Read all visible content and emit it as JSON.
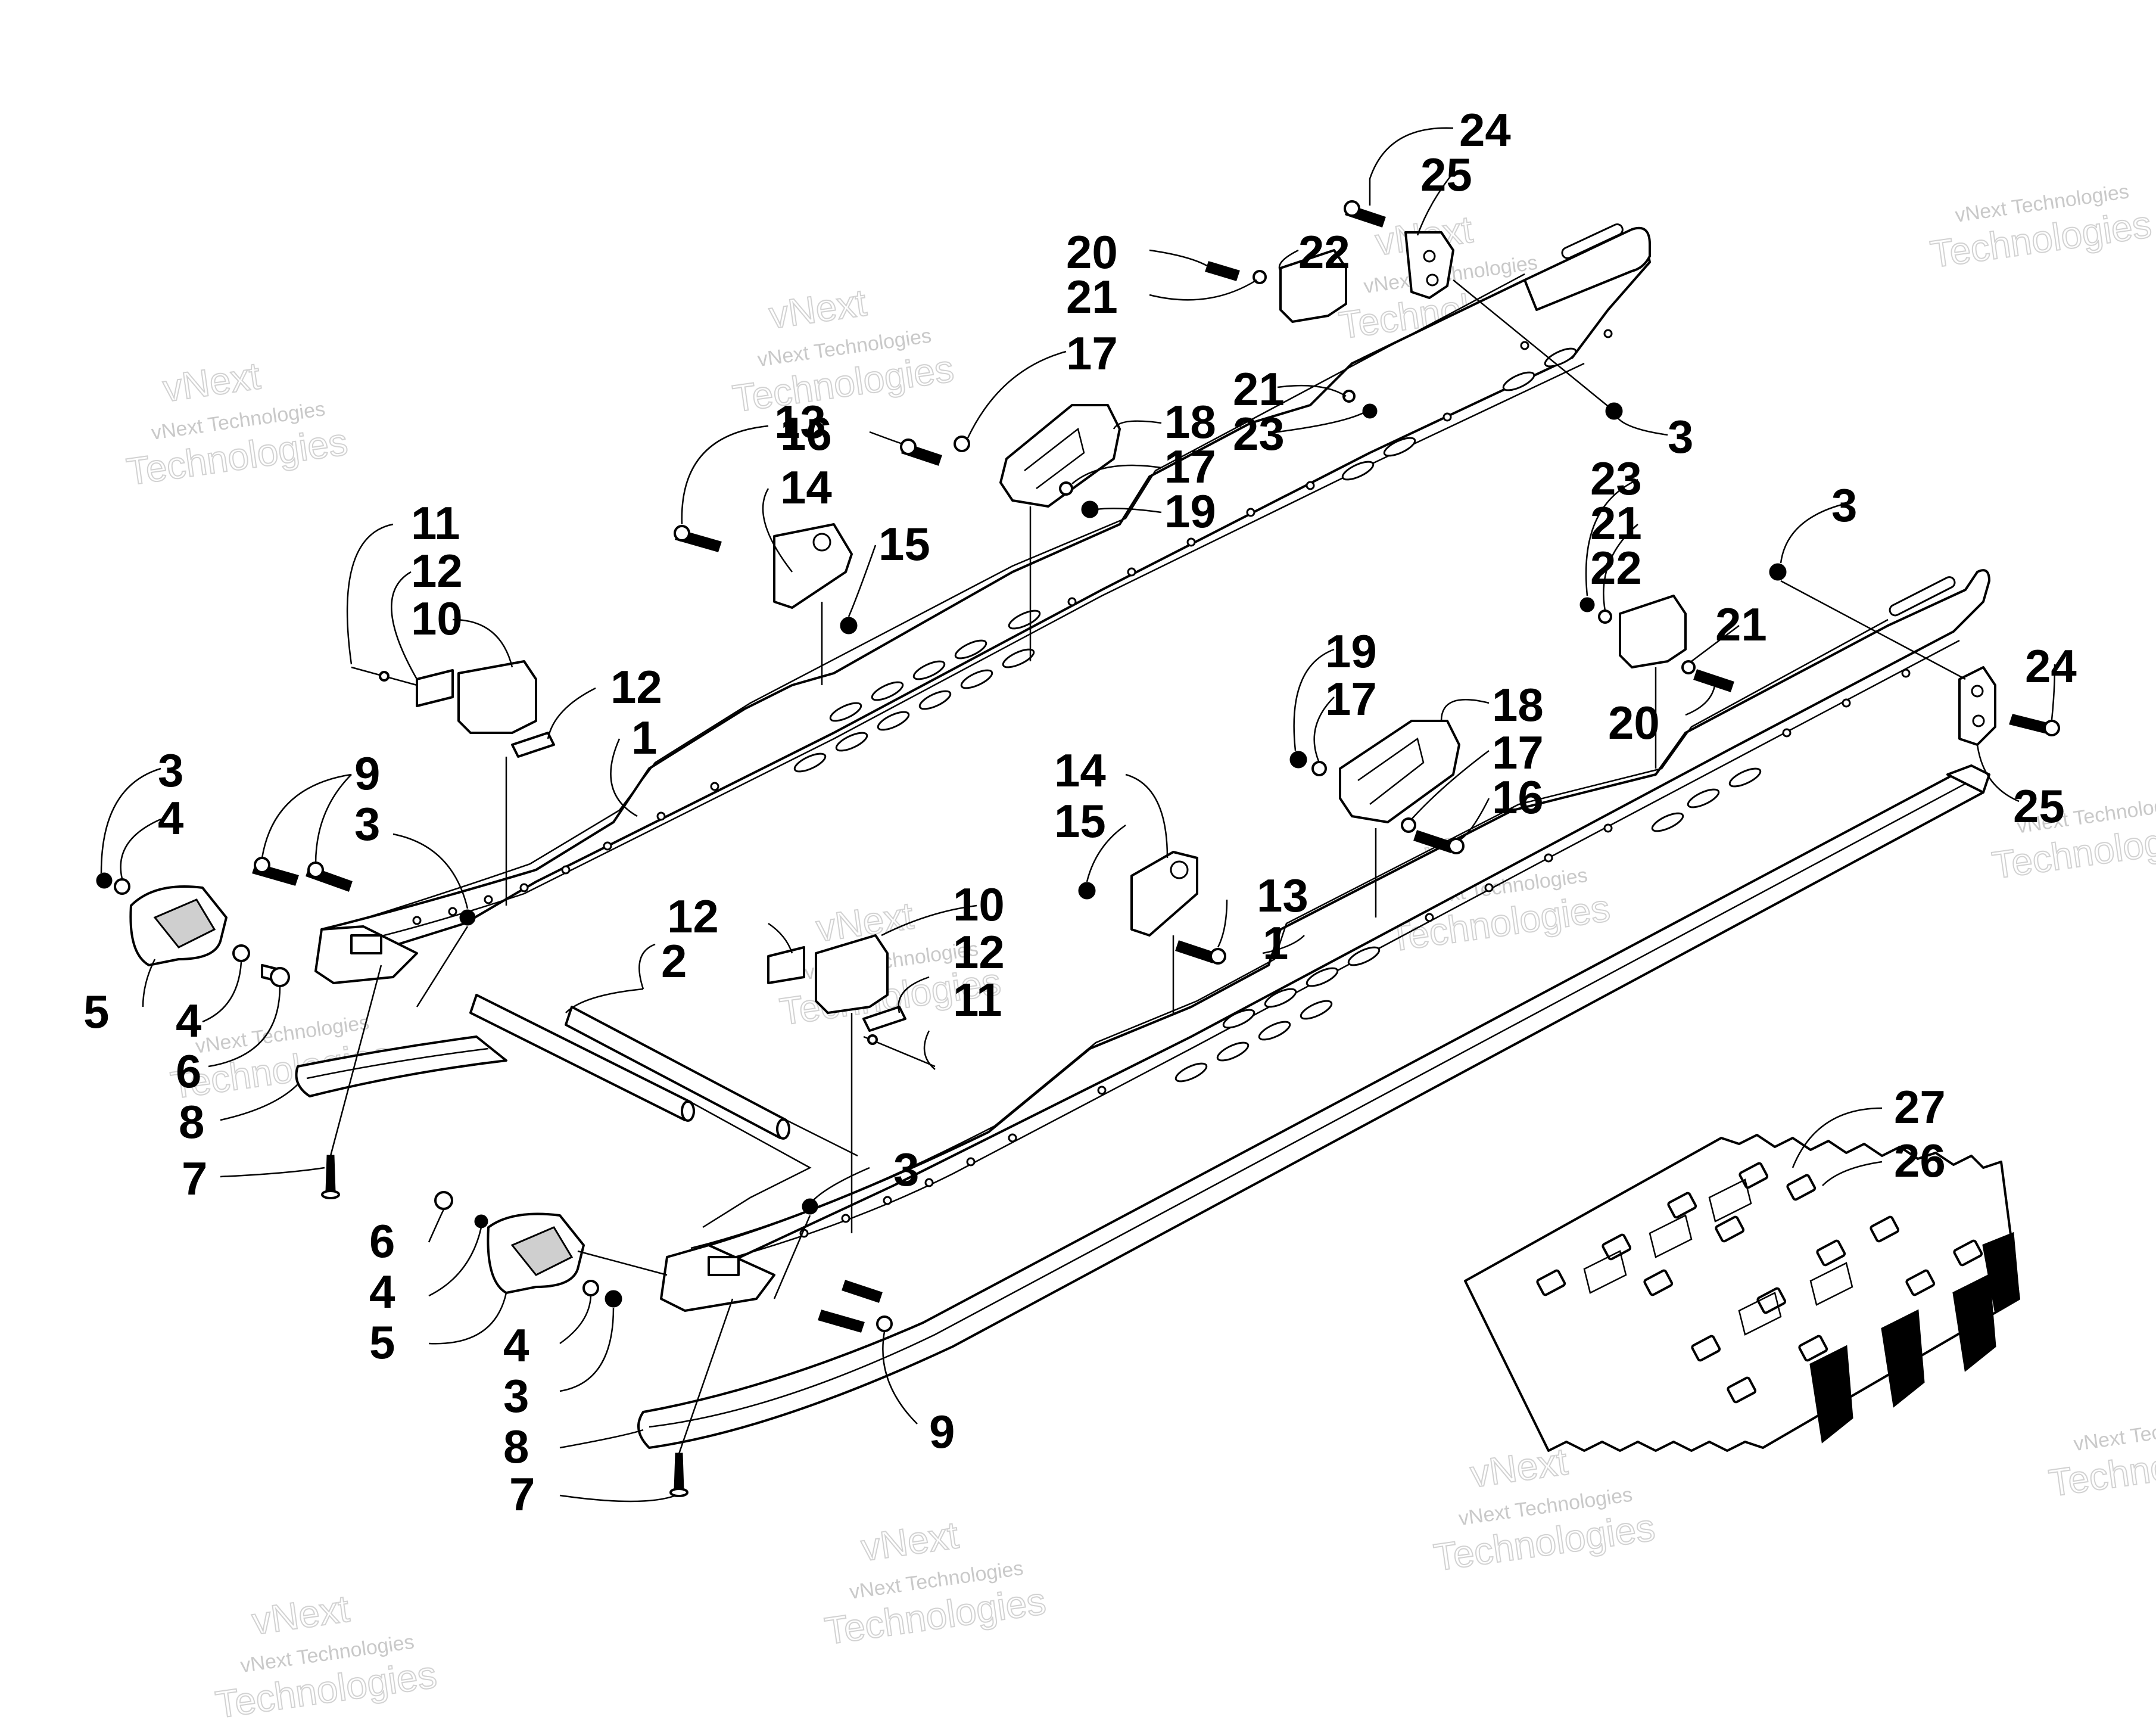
{
  "watermark": {
    "line1": "vNext Technologies",
    "line2": "Technologies",
    "line3": "vNext"
  },
  "callouts": {
    "c24a": "24",
    "c25a": "25",
    "c20a": "20",
    "c22a": "22",
    "c21a": "21",
    "c17a": "17",
    "c13a": "13",
    "c16a": "16",
    "c18a": "18",
    "c17b": "17",
    "c19a": "19",
    "c21b": "21",
    "c23a": "23",
    "c3a": "3",
    "c14a": "14",
    "c15a": "15",
    "c11a": "11",
    "c12a": "12",
    "c10a": "10",
    "c12b": "12",
    "c1a": "1",
    "c3b": "3",
    "c4a": "4",
    "c9a": "9",
    "c3c": "3",
    "c5a": "5",
    "c4b": "4",
    "c6a": "6",
    "c8a": "8",
    "c7a": "7",
    "c23b": "23",
    "c21c": "21",
    "c22b": "22",
    "c3d": "3",
    "c21d": "21",
    "c24b": "24",
    "c20b": "20",
    "c25b": "25",
    "c19b": "19",
    "c17c": "17",
    "c18b": "18",
    "c17d": "17",
    "c16b": "16",
    "c14b": "14",
    "c15b": "15",
    "c13b": "13",
    "c1b": "1",
    "c12c": "12",
    "c10b": "10",
    "c12d": "12",
    "c11b": "11",
    "c2a": "2",
    "c3e": "3",
    "c27a": "27",
    "c26a": "26",
    "c6b": "6",
    "c4c": "4",
    "c5b": "5",
    "c4d": "4",
    "c3f": "3",
    "c8b": "8",
    "c9b": "9",
    "c7b": "7"
  }
}
